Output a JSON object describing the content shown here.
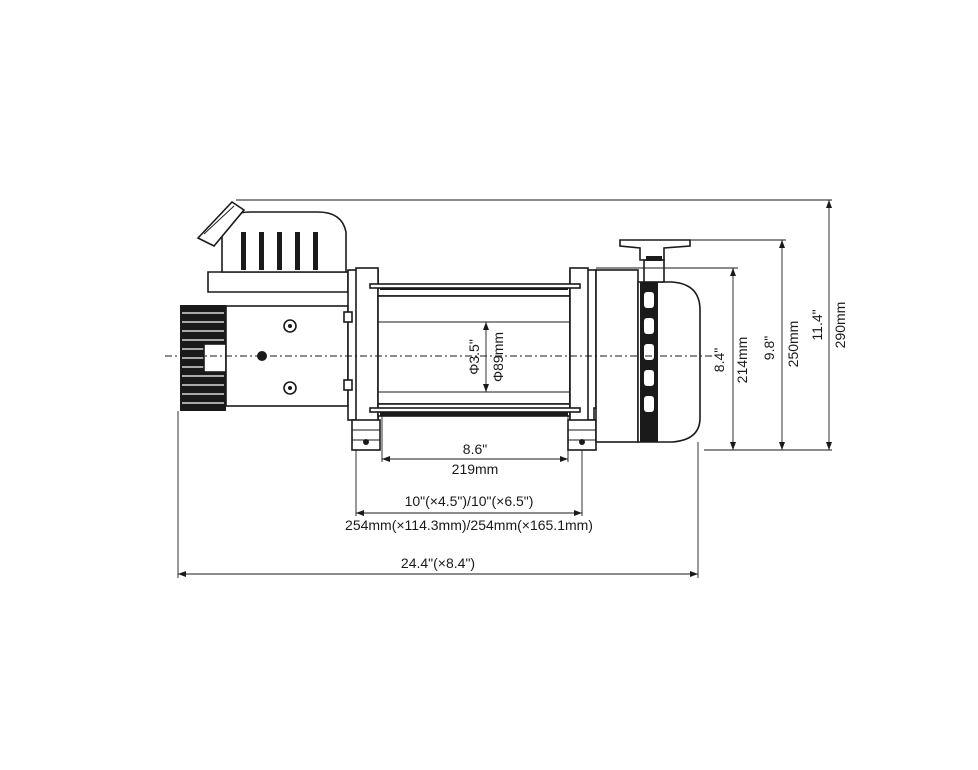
{
  "dimensions": {
    "drum_dia_in": "Φ3.5\"",
    "drum_dia_mm": "Φ89mm",
    "drum_len_in": "8.6\"",
    "drum_len_mm": "219mm",
    "mount_in": "10\"(×4.5\")/10\"(×6.5\")",
    "mount_mm": "254mm(×114.3mm)/254mm(×165.1mm)",
    "overall_len_in": "24.4\"(×8.4\")",
    "height_8_4_in": "8.4\"",
    "height_214_mm": "214mm",
    "height_9_8_in": "9.8\"",
    "height_250_mm": "250mm",
    "height_11_4_in": "11.4\"",
    "height_290_mm": "290mm"
  },
  "colors": {
    "line": "#1a1a1a",
    "background": "#ffffff"
  }
}
